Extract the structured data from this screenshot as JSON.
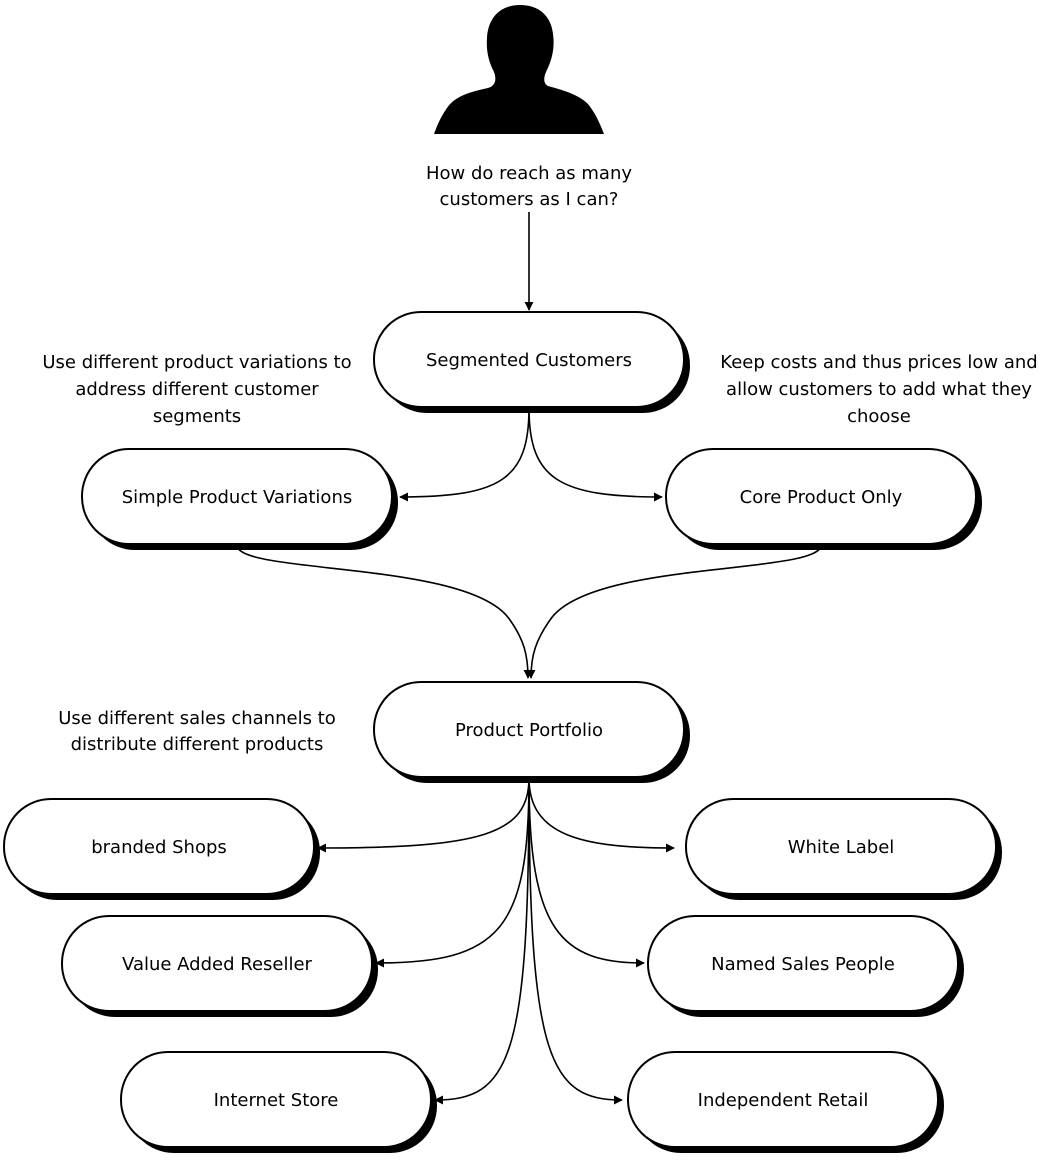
{
  "question": {
    "lines": [
      "How do reach as many",
      "customers as I can?"
    ]
  },
  "nodes": {
    "segmented_customers": "Segmented Customers",
    "simple_product_variations": "Simple Product Variations",
    "core_product_only": "Core Product Only",
    "product_portfolio": "Product Portfolio",
    "branded_shops": "branded Shops",
    "white_label": "White Label",
    "value_added_reseller": "Value Added Reseller",
    "named_sales_people": "Named Sales People",
    "internet_store": "Internet Store",
    "independent_retail": "Independent Retail"
  },
  "notes": {
    "variations_note": [
      "Use different product variations to",
      "address different customer",
      "segments"
    ],
    "costs_note": [
      "Keep costs and thus prices low and",
      "allow customers to add what they",
      "choose"
    ],
    "channels_note": [
      "Use different sales channels to",
      "distribute different products"
    ]
  },
  "icons": {
    "person": "person-silhouette-icon"
  }
}
